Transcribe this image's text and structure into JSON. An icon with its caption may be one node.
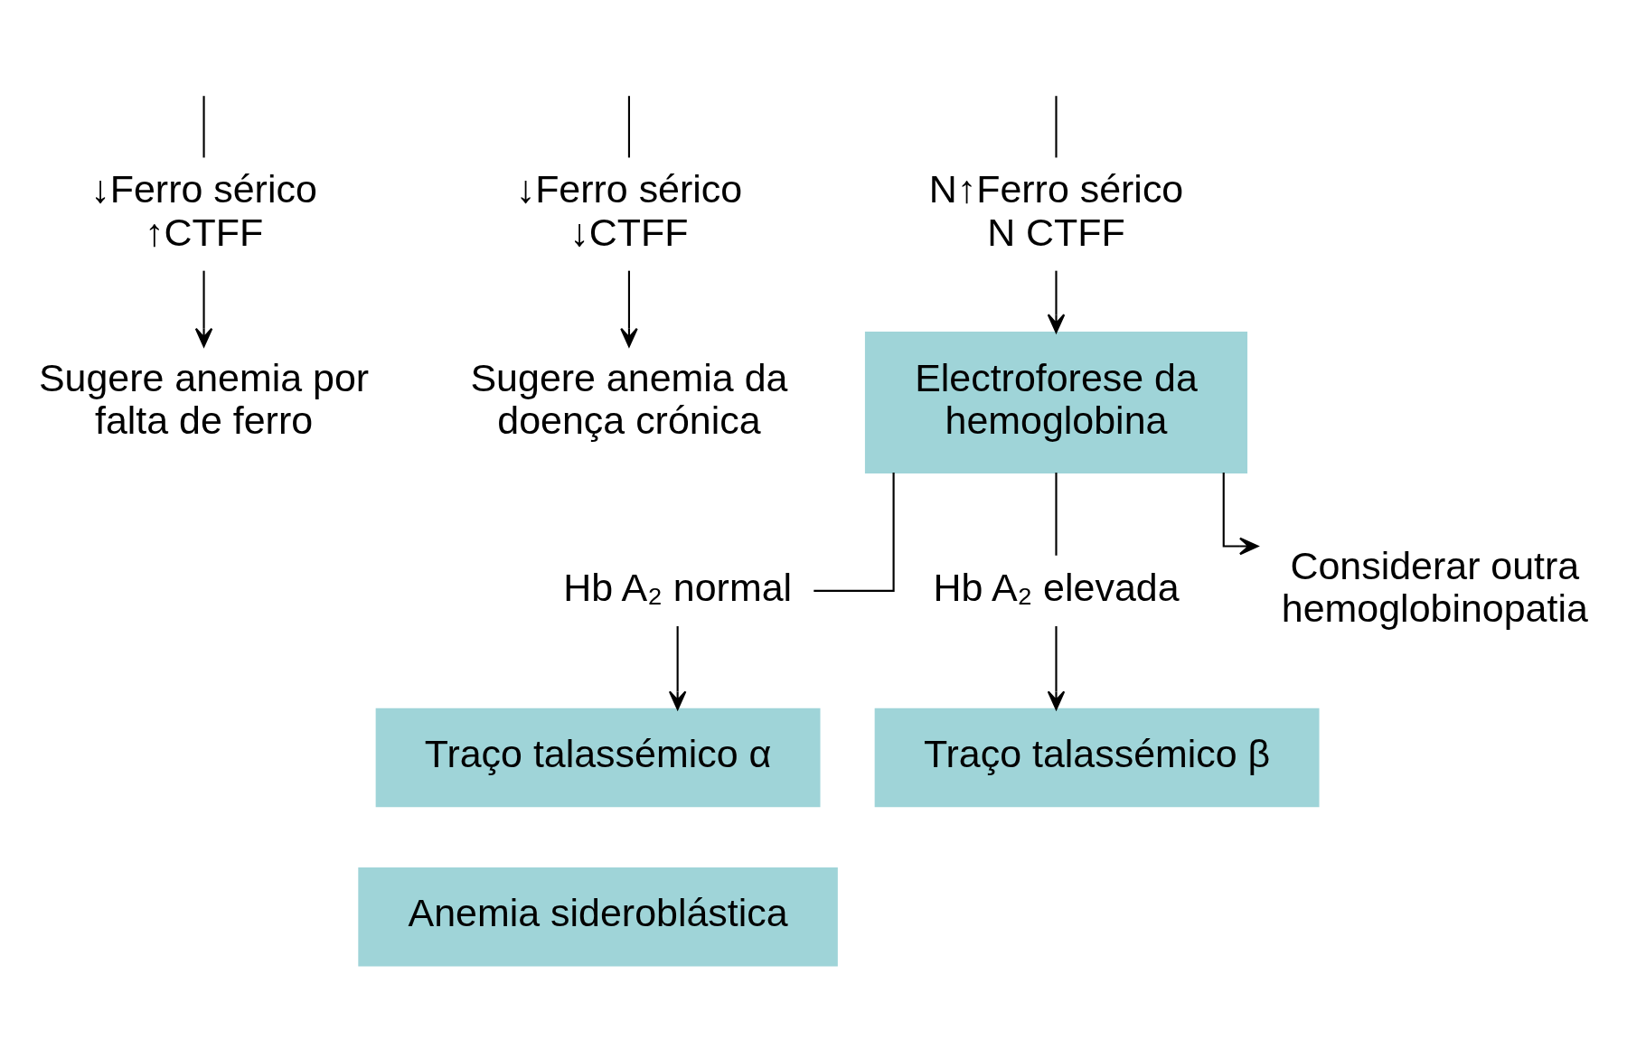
{
  "diagram": {
    "nodes": [
      {
        "text": [
          "↓Ferro sérico ↑CTFF"
        ]
      },
      {
        "text": [
          "↓Ferro sérico ↓CTFF"
        ]
      },
      {
        "text": [
          "N↑Ferro sérico N CTFF"
        ]
      },
      {
        "text": [
          "Sugere anemia por falta de ferro"
        ]
      },
      {
        "text": [
          "Sugere anemia da doença crónica"
        ]
      },
      {
        "text": [
          "Electroforese da hemoglobina"
        ]
      },
      {
        "text": [
          "Hb A₂ normal"
        ]
      },
      {
        "text": [
          "Hb A₂ elevada"
        ]
      },
      {
        "text": [
          "Traço talassémico α"
        ]
      },
      {
        "text": [
          "Anemia sideroblástica"
        ]
      },
      {
        "text": [
          "Traço talassémico β"
        ]
      },
      {
        "text": [
          "Considerar outra hemoglobinopatia"
        ]
      }
    ],
    "edges": [
      {
        "from": null,
        "to": 0,
        "arrow": "none"
      },
      {
        "from": null,
        "to": 1,
        "arrow": "none"
      },
      {
        "from": null,
        "to": 2,
        "arrow": "none"
      },
      {
        "from": 0,
        "to": 3,
        "arrow": "to"
      },
      {
        "from": 1,
        "to": 4,
        "arrow": "to"
      },
      {
        "from": 2,
        "to": 5,
        "arrow": "to"
      },
      {
        "from": 5,
        "to": 6,
        "arrow": "none"
      },
      {
        "from": 5,
        "to": 7,
        "arrow": "none"
      },
      {
        "from": 5,
        "to": 11,
        "arrow": "to"
      },
      {
        "from": 6,
        "to": 8,
        "arrow": "to"
      },
      {
        "from": 7,
        "to": 10,
        "arrow": "to"
      }
    ]
  }
}
